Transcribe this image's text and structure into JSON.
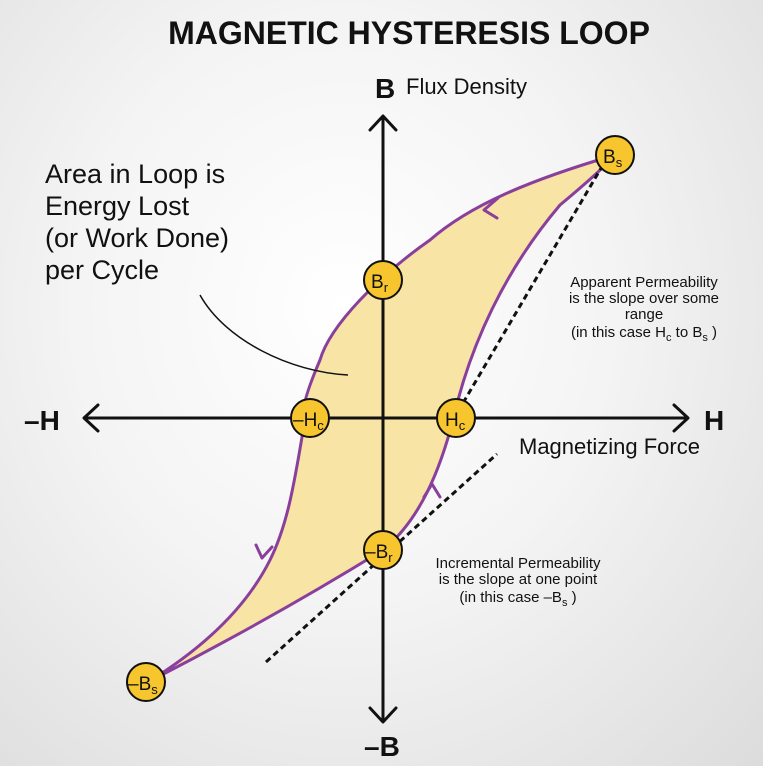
{
  "title": "MAGNETIC HYSTERESIS LOOP",
  "axes": {
    "b_symbol": "B",
    "b_label": "Flux Density",
    "h_pos": "H",
    "h_neg": "–H",
    "b_neg": "–B",
    "h_label": "Magnetizing Force"
  },
  "area_note": {
    "line1": "Area in Loop is",
    "line2": "Energy Lost",
    "line3": "(or Work Done)",
    "line4": "per Cycle"
  },
  "apparent_note": {
    "line1": "Apparent Permeability",
    "line2": "is the slope over some",
    "line3": "range",
    "line4_prefix": "(in this case H",
    "line4_sub1": "c",
    "line4_mid": " to B",
    "line4_sub2": "s",
    "line4_suffix": " )"
  },
  "incremental_note": {
    "line1": "Incremental Permeability",
    "line2": "is the slope at one point",
    "line3_prefix": "(in this case –B",
    "line3_sub": "s",
    "line3_suffix": " )"
  },
  "points": {
    "bs": {
      "main": "B",
      "sub": "s"
    },
    "br": {
      "main": "B",
      "sub": "r"
    },
    "neg_hc": {
      "main": "–H",
      "sub": "c"
    },
    "hc": {
      "main": "H",
      "sub": "c"
    },
    "neg_br": {
      "main": "–B",
      "sub": "r"
    },
    "neg_bs": {
      "main": "–B",
      "sub": "s"
    }
  },
  "colors": {
    "loop_stroke": "#8a3f9c",
    "loop_fill": "#f8e4a4",
    "point_fill": "#f7c52e",
    "axis": "#111111"
  }
}
